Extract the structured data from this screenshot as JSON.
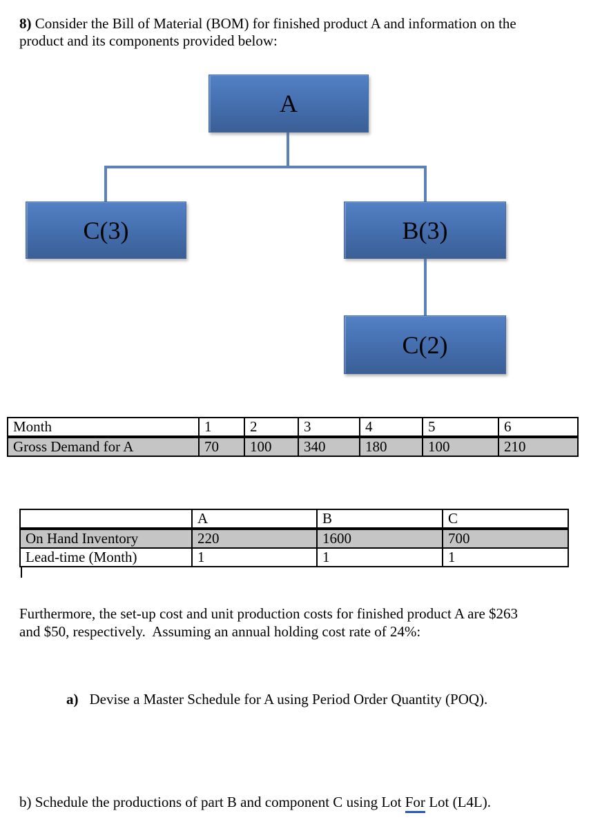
{
  "document": {
    "heading_bold": "8)",
    "heading_line1_rest": " Consider the Bill of Material (BOM) for finished product A and information on the",
    "heading_line2": "product and its components provided below:",
    "paragraph_line1": "Furthermore, the set-up cost and unit production costs for finished product A are $263",
    "paragraph_line2": "and $50, respectively.  Assuming an annual holding cost rate of 24%:",
    "question_a_label": "a)",
    "question_a_text": "Devise a Master Schedule for A using Period Order Quantity (POQ).",
    "question_b_prefix": "b) Schedule the productions of part B and component C using Lot ",
    "question_b_underlined": "For",
    "question_b_suffix": " Lot (L4L)."
  },
  "bom_diagram": {
    "nodes": {
      "a": "A",
      "c3": "C(3)",
      "b3": "B(3)",
      "c2": "C(2)"
    },
    "colors": {
      "box_gradient_top": "#5381c5",
      "box_gradient_bottom": "#3b5f96",
      "connector": "#5b82b8"
    }
  },
  "demand_table": {
    "headers": [
      "Month",
      "1",
      "2",
      "3",
      "4",
      "5",
      "6"
    ],
    "row_label": "Gross Demand for A",
    "values": [
      "70",
      "100",
      "340",
      "180",
      "100",
      "210"
    ],
    "shade_color": "#c5c5c5"
  },
  "component_table": {
    "headers": [
      "",
      "A",
      "B",
      "C"
    ],
    "rows": [
      {
        "label": "On Hand Inventory",
        "values": [
          "220",
          "1600",
          "700"
        ]
      },
      {
        "label": "Lead-time (Month)",
        "values": [
          "1",
          "1",
          "1"
        ]
      }
    ],
    "shade_color": "#c5c5c5"
  }
}
